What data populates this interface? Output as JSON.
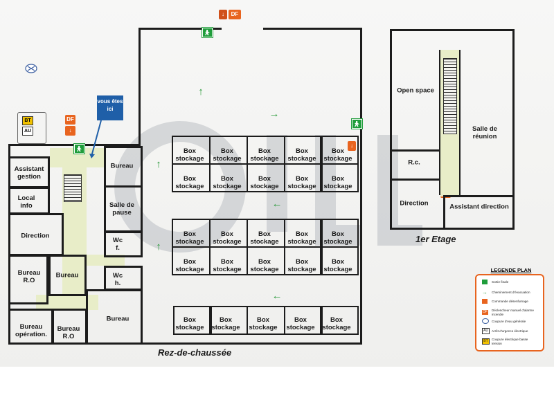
{
  "floor_labels": {
    "ground": "Rez-de-chaussée",
    "first": "1er Etage"
  },
  "you_are_here": "vous êtes ici",
  "badges": {
    "df": "DF",
    "bt": "BT",
    "au": "AU"
  },
  "rooms": {
    "assistant_gestion": "Assistant gestion",
    "local_info": "Local info",
    "direction": "Direction",
    "bureau_ro_1": "Bureau R.O",
    "bureau_1": "Bureau",
    "bureau_operation": "Bureau opération.",
    "bureau_ro_2": "Bureau R.O",
    "bureau_2": "Bureau",
    "bureau_3": "Bureau",
    "salle_pause": "Salle de pause",
    "wc_f": "Wc f.",
    "wc_h": "Wc h.",
    "box_stockage": "Box stockage",
    "open_space": "Open space",
    "salle_reunion": "Salle de réunion",
    "rc": "R.c.",
    "direction_1": "Direction",
    "assistant_direction": "Assistant direction"
  },
  "legend": {
    "title": "LEGENDE PLAN",
    "items": [
      {
        "icon": "exit-icon",
        "text": "Sortie finale"
      },
      {
        "icon": "arrow-icon",
        "text": "Cheminement d'évacuation"
      },
      {
        "icon": "smoke-control-icon",
        "text": "Commande désenfumage"
      },
      {
        "icon": "df-icon",
        "text": "Déclencheur manuel d'alarme incendie"
      },
      {
        "icon": "water-cutoff-icon",
        "text": "Coupure d'eau générale"
      },
      {
        "icon": "au-icon",
        "text": "Arrêt d'urgence électrique"
      },
      {
        "icon": "bt-icon",
        "text": "Coupure électrique basse tension"
      }
    ]
  },
  "watermark": "JLL",
  "colors": {
    "exit_green": "#1f9d3b",
    "alarm_orange": "#e8641f",
    "corridor": "#e8edc8",
    "you_are_here_blue": "#1f5fa8",
    "legend_border": "#e8641f"
  }
}
